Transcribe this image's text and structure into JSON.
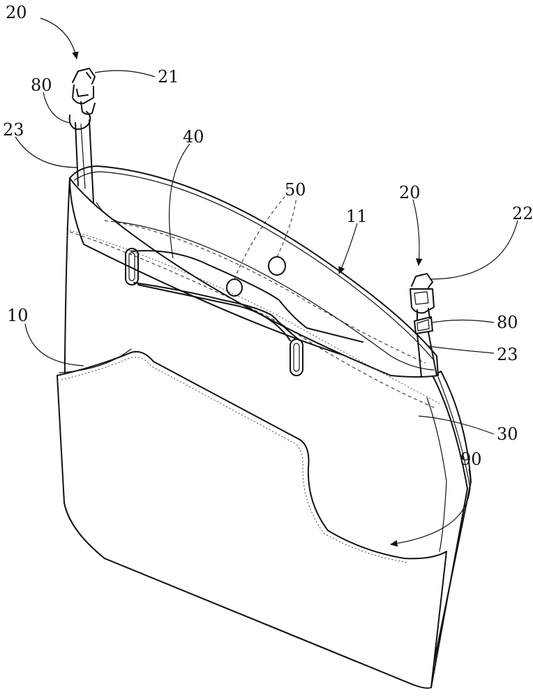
{
  "figure": {
    "reference_numerals": {
      "strap_assembly_left": "20",
      "buckle_left": "21",
      "ring_left": "80",
      "strap_left": "23",
      "handle": "40",
      "snap_buttons": "50",
      "bag_opening": "11",
      "strap_assembly_right": "20",
      "buckle_right": "22",
      "bag_body": "10",
      "ring_right": "80",
      "strap_right": "23",
      "inner_panel": "30",
      "pocket": "90"
    }
  }
}
